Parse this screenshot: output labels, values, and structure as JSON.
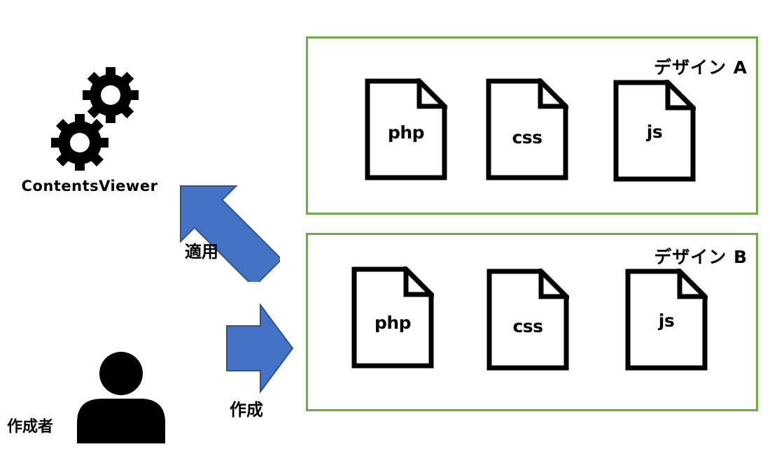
{
  "app": {
    "label": "ContentsViewer"
  },
  "author": {
    "label": "作成者"
  },
  "arrows": {
    "apply_label": "適用",
    "create_label": "作成"
  },
  "designs": [
    {
      "title": "デザイン A",
      "files": [
        "php",
        "css",
        "js"
      ]
    },
    {
      "title": "デザイン B",
      "files": [
        "php",
        "css",
        "js"
      ]
    }
  ],
  "colors": {
    "box_border": "#70ad47",
    "arrow_fill": "#4472c4",
    "arrow_stroke": "#2f528f",
    "icon": "#000000"
  }
}
